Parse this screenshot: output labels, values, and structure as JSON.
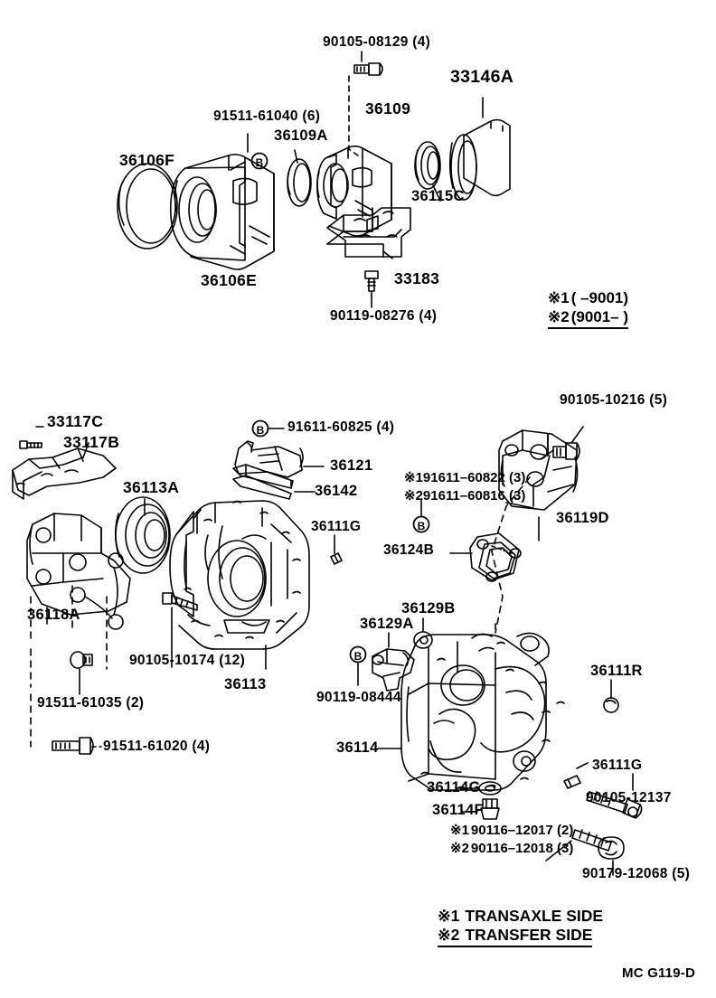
{
  "document": {
    "title": "Toyota Parts Catalog Illustration - Transfer Case / Extension Housing",
    "footer_code": "MC G119-D"
  },
  "upper_assembly": {
    "labels": [
      {
        "id": "l-90105-08129",
        "text": "90105-08129 (4)"
      },
      {
        "id": "l-33146A",
        "text": "33146A"
      },
      {
        "id": "l-91511-61040",
        "text": "91511-61040 (6)"
      },
      {
        "id": "l-36109",
        "text": "36109"
      },
      {
        "id": "l-36109A",
        "text": "36109A"
      },
      {
        "id": "l-36106F",
        "text": "36106F"
      },
      {
        "id": "l-36115C",
        "text": "36115C"
      },
      {
        "id": "l-36106E",
        "text": "36106E"
      },
      {
        "id": "l-33183",
        "text": "33183"
      },
      {
        "id": "l-90119-08276",
        "text": "90119-08276 (4)"
      }
    ]
  },
  "date_legend": {
    "line1_mark": "※1",
    "line1_text": "(        –9001)",
    "line2_mark": "※2",
    "line2_text": "(9001–        )"
  },
  "lower_assembly": {
    "labels": [
      {
        "id": "l-33117C",
        "text": "33117C"
      },
      {
        "id": "l-33117B",
        "text": "33117B"
      },
      {
        "id": "l-36113A",
        "text": "36113A"
      },
      {
        "id": "l-91611-60825",
        "text": "91611-60825 (4)"
      },
      {
        "id": "l-36121",
        "text": "36121"
      },
      {
        "id": "l-36142",
        "text": "36142"
      },
      {
        "id": "l-90105-10216",
        "text": "90105-10216 (5)"
      },
      {
        "id": "l-36119D",
        "text": "36119D"
      },
      {
        "id": "l-36124B",
        "text": "36124B"
      },
      {
        "id": "l-36111G-top",
        "text": "36111G"
      },
      {
        "id": "l-36118A",
        "text": "36118A"
      },
      {
        "id": "l-90105-10174",
        "text": "90105-10174 (12)"
      },
      {
        "id": "l-36113",
        "text": "36113"
      },
      {
        "id": "l-91511-61035",
        "text": "91511-61035 (2)"
      },
      {
        "id": "l-91511-61020",
        "text": "91511-61020 (4)"
      },
      {
        "id": "l-36129A",
        "text": "36129A"
      },
      {
        "id": "l-36129B",
        "text": "36129B"
      },
      {
        "id": "l-90119-08444",
        "text": "90119-08444"
      },
      {
        "id": "l-36111R",
        "text": "36111R"
      },
      {
        "id": "l-36114",
        "text": "36114"
      },
      {
        "id": "l-36111G-bot",
        "text": "36111G"
      },
      {
        "id": "l-36114G",
        "text": "36114G"
      },
      {
        "id": "l-36114F",
        "text": "36114F"
      },
      {
        "id": "l-90105-12137",
        "text": "90105-12137"
      },
      {
        "id": "l-90179-12068",
        "text": "90179-12068 (5)"
      }
    ],
    "variant_notes": [
      {
        "id": "n-91611-60822",
        "mark": "※1",
        "text": "91611–60822 (3)"
      },
      {
        "id": "n-91611-60816",
        "mark": "※2",
        "text": "91611–60816 (3)"
      },
      {
        "id": "n-90116-12017",
        "mark": "※1",
        "text": "90116–12017 (2)"
      },
      {
        "id": "n-90116-12018",
        "mark": "※2",
        "text": "90116–12018 (3)"
      }
    ]
  },
  "side_legend": {
    "line1_mark": "※1",
    "line1_text": "TRANSAXLE SIDE",
    "line2_mark": "※2",
    "line2_text": "TRANSFER SIDE"
  },
  "colors": {
    "ink": "#000000",
    "paper": "#ffffff"
  }
}
